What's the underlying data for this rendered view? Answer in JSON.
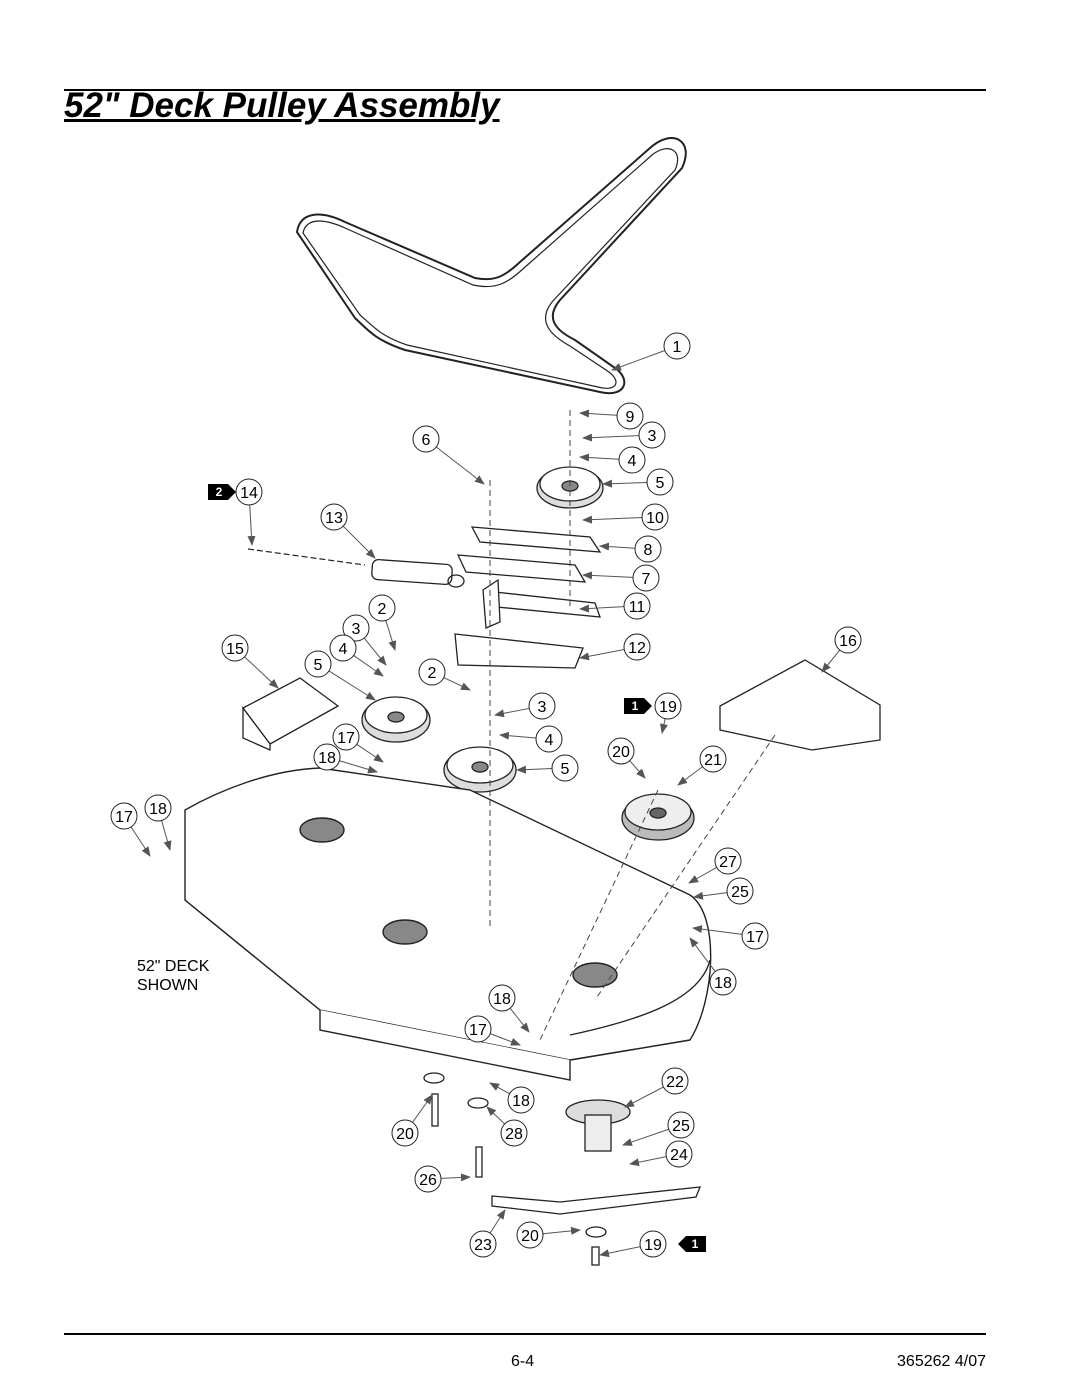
{
  "title": "52\" Deck Pulley Assembly",
  "note": "52\" DECK\nSHOWN",
  "footer": {
    "page": "6-4",
    "doc": "365262 4/07"
  },
  "callouts": [
    {
      "label": "1"
    },
    {
      "label": "9"
    },
    {
      "label": "3"
    },
    {
      "label": "6"
    },
    {
      "label": "4"
    },
    {
      "label": "5"
    },
    {
      "label": "14"
    },
    {
      "label": "13"
    },
    {
      "label": "10"
    },
    {
      "label": "8"
    },
    {
      "label": "7"
    },
    {
      "label": "11"
    },
    {
      "label": "2"
    },
    {
      "label": "3"
    },
    {
      "label": "15"
    },
    {
      "label": "4"
    },
    {
      "label": "12"
    },
    {
      "label": "16"
    },
    {
      "label": "5"
    },
    {
      "label": "2"
    },
    {
      "label": "19"
    },
    {
      "label": "3"
    },
    {
      "label": "17"
    },
    {
      "label": "4"
    },
    {
      "label": "18"
    },
    {
      "label": "20"
    },
    {
      "label": "21"
    },
    {
      "label": "5"
    },
    {
      "label": "17"
    },
    {
      "label": "18"
    },
    {
      "label": "27"
    },
    {
      "label": "25"
    },
    {
      "label": "17"
    },
    {
      "label": "18"
    },
    {
      "label": "18"
    },
    {
      "label": "17"
    },
    {
      "label": "22"
    },
    {
      "label": "18"
    },
    {
      "label": "25"
    },
    {
      "label": "20"
    },
    {
      "label": "28"
    },
    {
      "label": "24"
    },
    {
      "label": "26"
    },
    {
      "label": "23"
    },
    {
      "label": "20"
    },
    {
      "label": "19"
    }
  ],
  "note_tags": [
    {
      "label": "2"
    },
    {
      "label": "1"
    },
    {
      "label": "1"
    }
  ]
}
